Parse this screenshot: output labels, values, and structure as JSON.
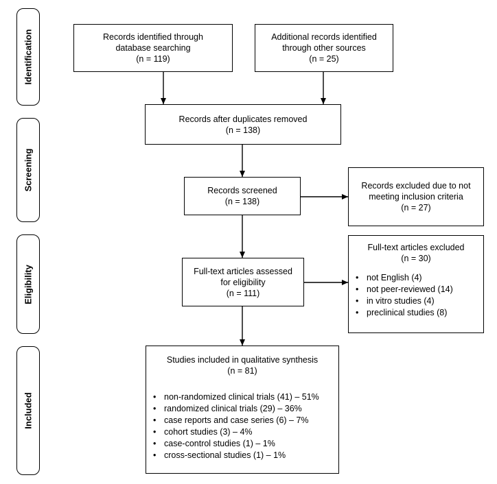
{
  "phases": {
    "identification": "Identification",
    "screening": "Screening",
    "eligibility": "Eligibility",
    "included": "Included"
  },
  "boxes": {
    "database": {
      "lines": [
        "Records identified through",
        "database searching",
        "(n = 119)"
      ]
    },
    "other_sources": {
      "lines": [
        "Additional records identified",
        "through other sources",
        "(n = 25)"
      ]
    },
    "after_duplicates": {
      "lines": [
        "Records after duplicates removed",
        "(n = 138)"
      ]
    },
    "screened": {
      "lines": [
        "Records screened",
        "(n = 138)"
      ]
    },
    "excluded_criteria": {
      "lines": [
        "Records excluded due to not",
        "meeting inclusion criteria",
        "(n = 27)"
      ]
    },
    "fulltext_assessed": {
      "lines": [
        "Full-text articles assessed",
        "for eligibility",
        "(n = 111)"
      ]
    },
    "fulltext_excluded": {
      "lines": [
        "Full-text articles excluded",
        "(n = 30)"
      ],
      "bullets": [
        "not English (4)",
        "not peer-reviewed (14)",
        "in vitro studies (4)",
        "preclinical studies (8)"
      ]
    },
    "included": {
      "lines": [
        "Studies included in qualitative synthesis",
        "(n = 81)"
      ],
      "bullets": [
        "non-randomized clinical trials (41) – 51%",
        "randomized clinical trials (29) – 36%",
        "case reports and case series (6) – 7%",
        "cohort studies (3) – 4%",
        "case-control studies (1) – 1%",
        "cross-sectional studies (1) – 1%"
      ]
    }
  },
  "colors": {
    "stroke": "#000000",
    "background": "#ffffff"
  }
}
